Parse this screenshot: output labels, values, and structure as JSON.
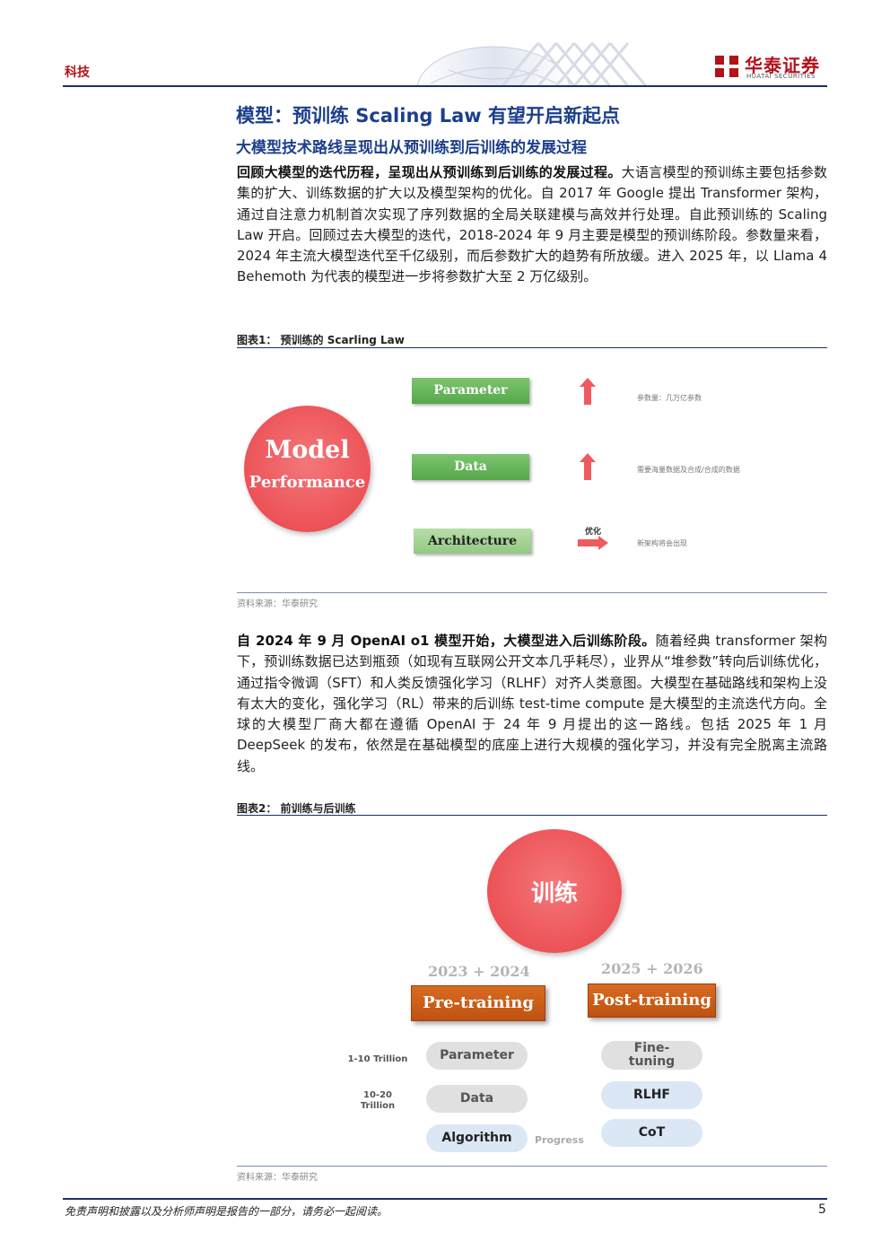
{
  "header": {
    "section": "科技",
    "logo_cn": "华泰证券",
    "logo_en": "HUATAI SECURITIES"
  },
  "title": "模型：预训练 Scaling Law 有望开启新起点",
  "subtitle": "大模型技术路线呈现出从预训练到后训练的发展过程",
  "para1": {
    "lead": "回顾大模型的迭代历程，呈现出从预训练到后训练的发展过程。",
    "body": "大语言模型的预训练主要包括参数集的扩大、训练数据的扩大以及模型架构的优化。自 2017 年 Google 提出 Transformer 架构，通过自注意力机制首次实现了序列数据的全局关联建模与高效并行处理。自此预训练的 Scaling Law 开启。回顾过去大模型的迭代，2018-2024 年 9 月主要是模型的预训练阶段。参数量来看，2024 年主流大模型迭代至千亿级别，而后参数扩大的趋势有所放缓。进入 2025 年，以 Llama 4 Behemoth 为代表的模型进一步将参数扩大至 2 万亿级别。"
  },
  "figure1": {
    "title": "图表1：  预训练的 Scarling Law",
    "circle_line1": "Model",
    "circle_line2": "Performance",
    "boxes": [
      "Parameter",
      "Data",
      "Architecture"
    ],
    "arrow_label": "优化",
    "notes": [
      "参数量：几万亿参数",
      "需要海量数据及合成/合成的数据",
      "新架构将会出现"
    ],
    "source": "资料来源：华泰研究",
    "colors": {
      "circle": "#ec5257",
      "box": "#57a84a",
      "arrow": "#ef5a5f"
    }
  },
  "para2": {
    "lead": "自 2024 年 9 月 OpenAI o1 模型开始，大模型进入后训练阶段。",
    "body": "随着经典 transformer 架构下，预训练数据已达到瓶颈（如现有互联网公开文本几乎耗尽），业界从“堆参数”转向后训练优化，通过指令微调（SFT）和人类反馈强化学习（RLHF）对齐人类意图。大模型在基础路线和架构上没有太大的变化，强化学习（RL）带来的后训练 test-time compute 是大模型的主流迭代方向。全球的大模型厂商大都在遵循 OpenAI 于 24 年 9 月提出的这一路线。包括 2025 年 1 月 DeepSeek 的发布，依然是在基础模型的底座上进行大规模的强化学习，并没有完全脱离主流路线。"
  },
  "figure2": {
    "title": "图表2：  前训练与后训练",
    "circle": "训练",
    "year_left": "2023 + 2024",
    "year_right": "2025 + 2026",
    "pre": "Pre-training",
    "post": "Post-training",
    "pre_items": [
      "Parameter",
      "Data",
      "Algorithm"
    ],
    "post_items": [
      "Fine-\ntuning",
      "RLHF",
      "CoT"
    ],
    "side_labels": [
      "1-10 Trillion",
      "10-20\nTrillion"
    ],
    "progress": "Progress",
    "source": "资料来源：华泰研究"
  },
  "footer": {
    "disclaimer": "免责声明和披露以及分析师声明是报告的一部分，请务必一起阅读。",
    "page": "5"
  }
}
